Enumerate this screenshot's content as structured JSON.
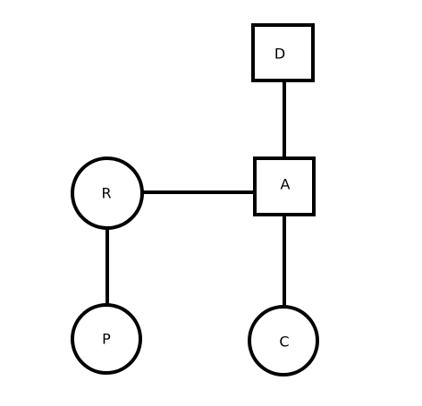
{
  "diagram": {
    "nodes": {
      "d": {
        "label": "D",
        "shape": "square"
      },
      "a": {
        "label": "A",
        "shape": "square"
      },
      "r": {
        "label": "R",
        "shape": "circle"
      },
      "p": {
        "label": "P",
        "shape": "circle"
      },
      "c": {
        "label": "C",
        "shape": "circle"
      }
    },
    "edges": [
      {
        "from": "D",
        "to": "A"
      },
      {
        "from": "R",
        "to": "A"
      },
      {
        "from": "R",
        "to": "P"
      },
      {
        "from": "A",
        "to": "C"
      }
    ],
    "colors": {
      "stroke": "#000000",
      "background": "#ffffff"
    }
  }
}
